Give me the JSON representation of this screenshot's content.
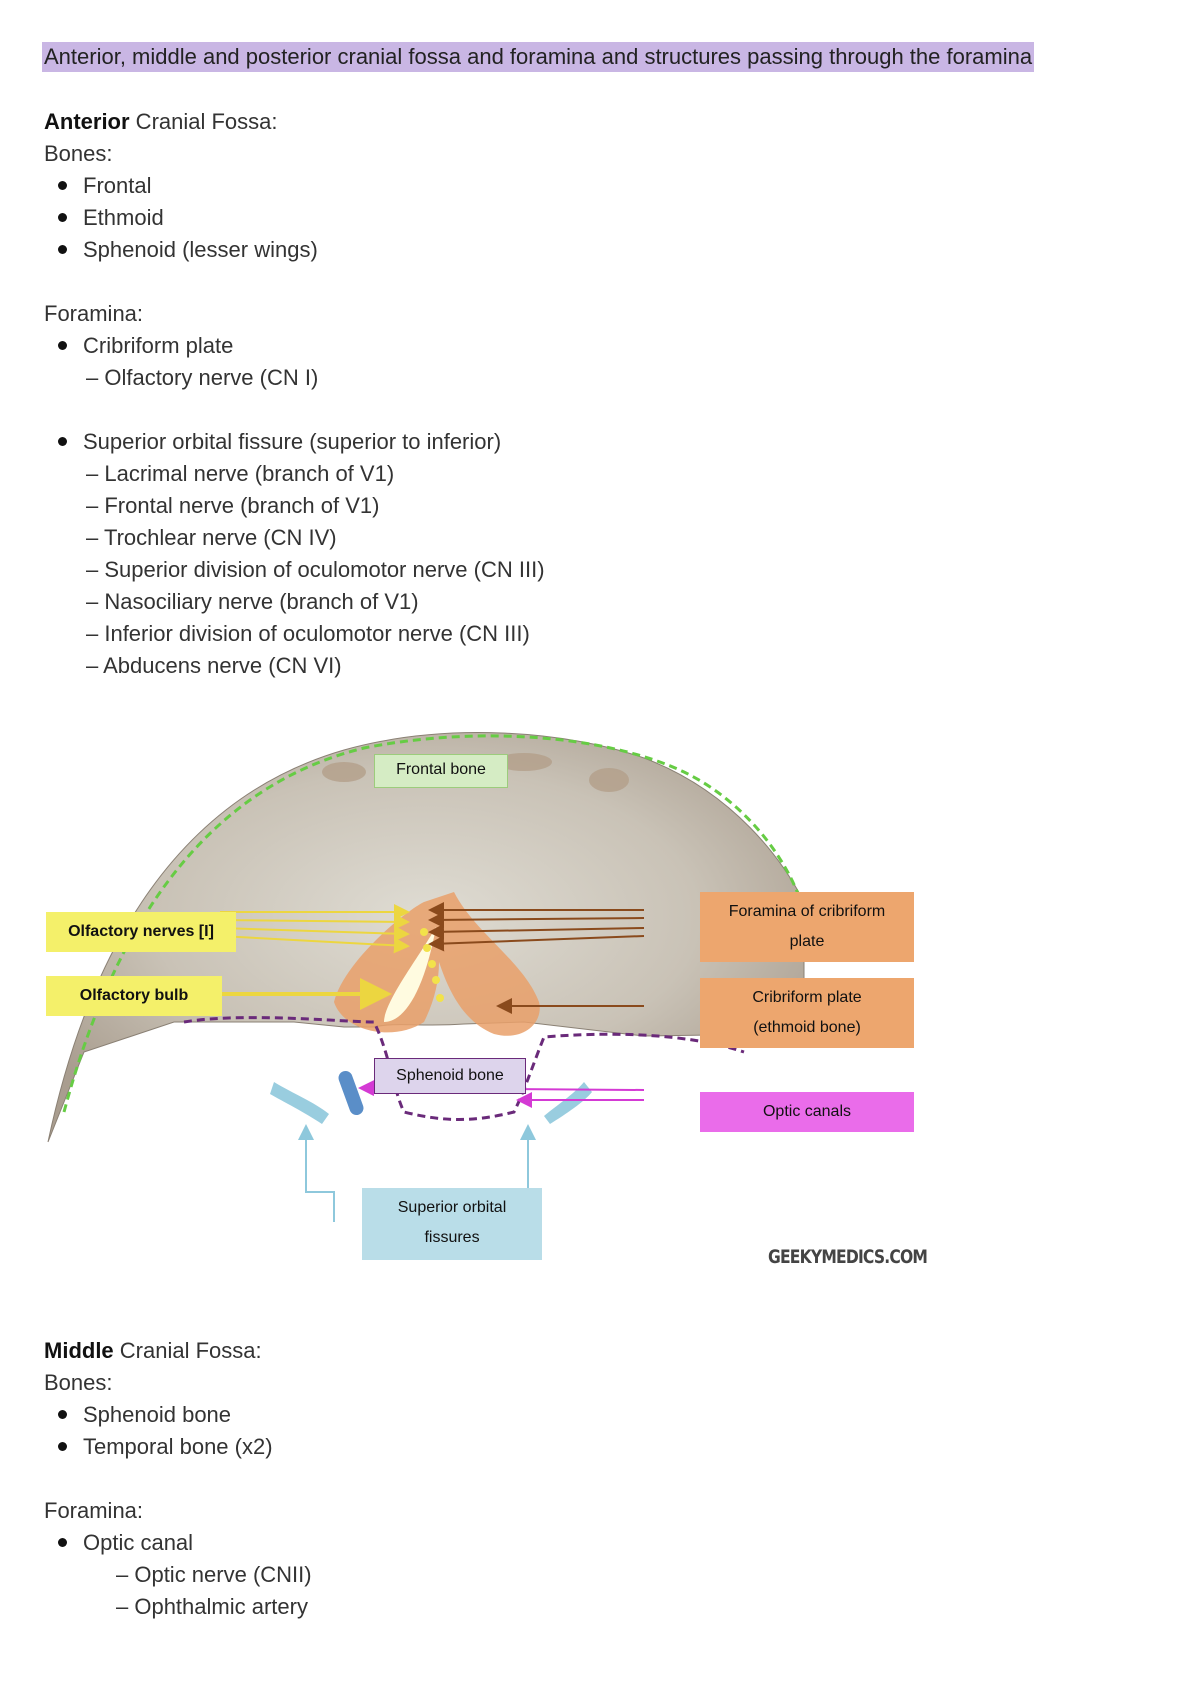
{
  "title": "Anterior, middle and posterior cranial fossa and foramina and structures passing through the foramina",
  "anterior": {
    "heading_bold": "Anterior",
    "heading_rest": " Cranial Fossa:",
    "bones_label": "Bones:",
    "bones": [
      "Frontal",
      "Ethmoid",
      "Sphenoid (lesser wings)"
    ],
    "foramina_label": "Foramina:",
    "cribriform": "Cribriform plate",
    "cribriform_sub": "– Olfactory nerve (CN I)",
    "sof": "Superior orbital fissure (superior to inferior)",
    "sof_items": [
      "–  Lacrimal nerve (branch of V1)",
      "–  Frontal nerve (branch of V1)",
      "–  Trochlear nerve (CN IV)",
      "–  Superior division of oculomotor nerve (CN III)",
      "–  Nasociliary nerve (branch of V1)",
      "–  Inferior division of oculomotor nerve (CN III)",
      "–  Abducens nerve (CN VI)"
    ]
  },
  "figure": {
    "frontal_bone": "Frontal bone",
    "olfactory_nerves": "Olfactory nerves [I]",
    "olfactory_bulb": "Olfactory bulb",
    "foramina_cribriform_1": "Foramina of cribriform",
    "foramina_cribriform_2": "plate",
    "cribriform_plate_1": "Cribriform plate",
    "cribriform_plate_2": "(ethmoid bone)",
    "sphenoid_bone": "Sphenoid bone",
    "optic_canals": "Optic canals",
    "sof_1": "Superior orbital",
    "sof_2": "fissures",
    "watermark": "GEEKYMEDICS.COM",
    "colors": {
      "frontal": "#d5ecc4",
      "olfactory": "#f4f06a",
      "cribriform": "#eda66e",
      "sphenoid": "#ddd4ec",
      "optic": "#ea6cea",
      "sof": "#b9dde8"
    }
  },
  "middle": {
    "heading_bold": "Middle",
    "heading_rest": " Cranial Fossa:",
    "bones_label": "Bones:",
    "bones": [
      "Sphenoid bone",
      "Temporal bone (x2)"
    ],
    "foramina_label": "Foramina:",
    "optic_canal": "Optic canal",
    "optic_sub": [
      "– Optic nerve (CNII)",
      "– Ophthalmic artery"
    ]
  }
}
